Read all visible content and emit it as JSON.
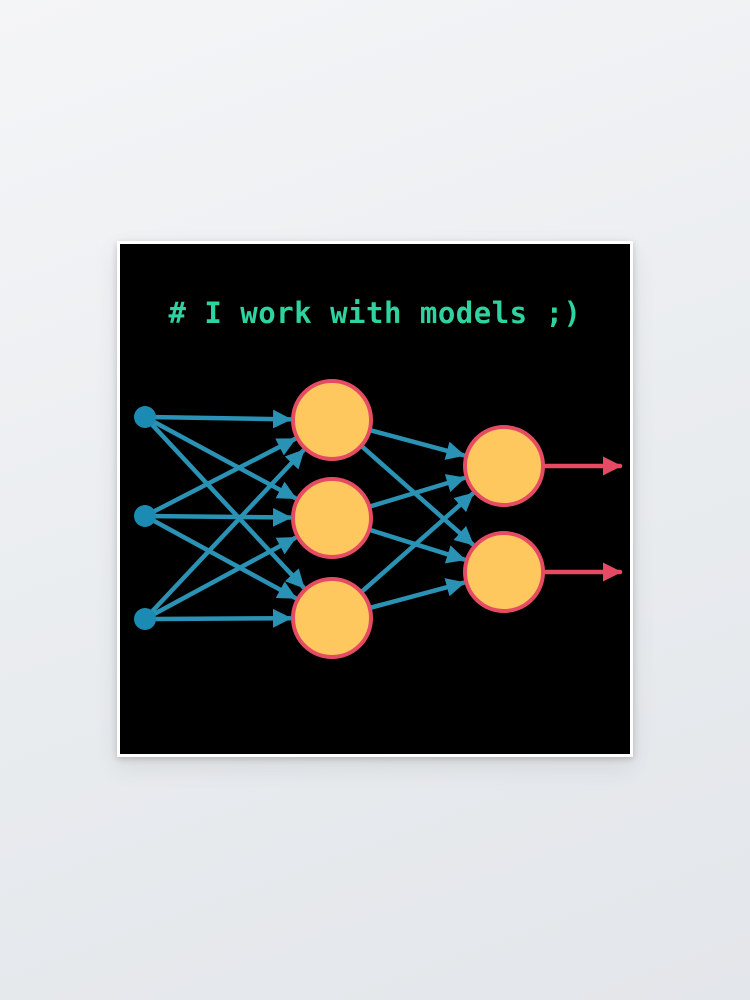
{
  "poster": {
    "caption": "# I work with models ;)"
  },
  "colors": {
    "background": "#000000",
    "caption": "#2ed3a0",
    "input_node": "#1b8bb4",
    "edge": "#2a92b4",
    "neuron_fill": "#fec85e",
    "neuron_stroke": "#e54c64",
    "output_arrow": "#e54c64",
    "frame": "#ffffff"
  },
  "network": {
    "layers": [
      {
        "name": "input",
        "nodes": 3
      },
      {
        "name": "hidden",
        "nodes": 3
      },
      {
        "name": "output",
        "nodes": 2
      }
    ],
    "connections": "fully-connected",
    "output_arrows": 2
  }
}
